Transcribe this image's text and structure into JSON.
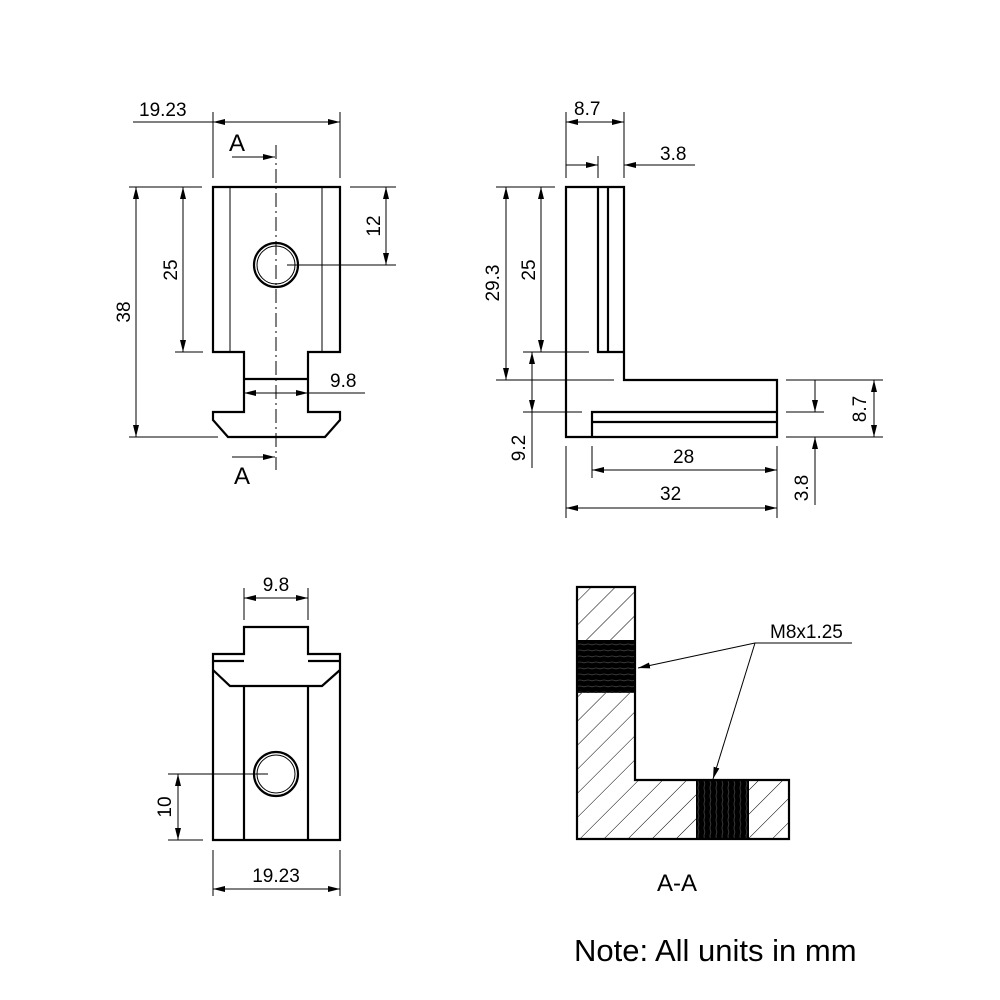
{
  "front_view": {
    "dim_width": "19.23",
    "dim_height_total": "38",
    "dim_height_body": "25",
    "dim_hole_from_top": "12",
    "dim_neck_width": "9.8",
    "section_label_top": "A",
    "section_label_bottom": "A"
  },
  "side_view": {
    "dim_top_width": "8.7",
    "dim_slot_offset": "3.8",
    "dim_height_total": "29.3",
    "dim_height_slot": "25",
    "dim_gap": "9.2",
    "dim_slot_length": "28",
    "dim_total_length": "32",
    "dim_base_height": "8.7",
    "dim_base_slot": "3.8"
  },
  "bottom_view": {
    "dim_tab_width": "9.8",
    "dim_width": "19.23",
    "dim_hole_from_bottom": "10"
  },
  "section_view": {
    "thread_callout": "M8x1.25",
    "title": "A-A"
  },
  "note": "Note: All units in mm"
}
